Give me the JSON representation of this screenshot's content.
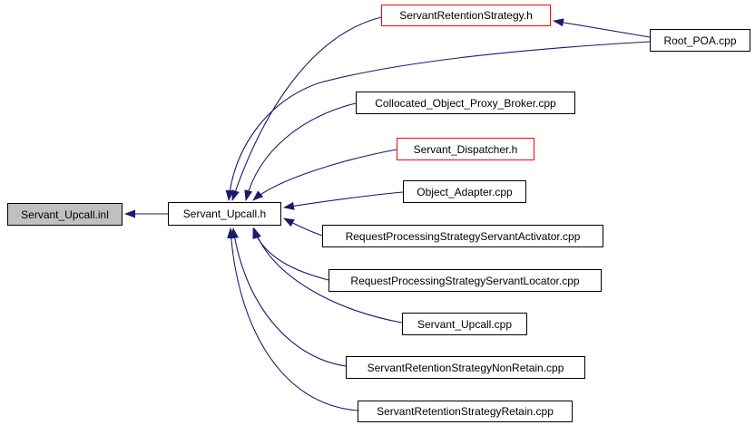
{
  "diagram": {
    "kind": "include-dependency-graph",
    "colors": {
      "background": "#ffffff",
      "edge": "#191970",
      "node_border": "#000000",
      "highlight_border": "#ff0000",
      "current_node_fill": "#c0c0c0",
      "node_fill": "#ffffff"
    },
    "nodes": [
      {
        "id": "servant-upcall-inl",
        "label": "Servant_Upcall.inl",
        "style": "current"
      },
      {
        "id": "servant-upcall-h",
        "label": "Servant_Upcall.h",
        "style": "normal"
      },
      {
        "id": "servant-retention-strategy-h",
        "label": "ServantRetentionStrategy.h",
        "style": "red"
      },
      {
        "id": "root-poa-cpp",
        "label": "Root_POA.cpp",
        "style": "normal"
      },
      {
        "id": "collocated-object-proxy-broker-cpp",
        "label": "Collocated_Object_Proxy_Broker.cpp",
        "style": "normal"
      },
      {
        "id": "servant-dispatcher-h",
        "label": "Servant_Dispatcher.h",
        "style": "red"
      },
      {
        "id": "object-adapter-cpp",
        "label": "Object_Adapter.cpp",
        "style": "normal"
      },
      {
        "id": "request-processing-strategy-servant-activator-cpp",
        "label": "RequestProcessingStrategyServantActivator.cpp",
        "style": "normal"
      },
      {
        "id": "request-processing-strategy-servant-locator-cpp",
        "label": "RequestProcessingStrategyServantLocator.cpp",
        "style": "normal"
      },
      {
        "id": "servant-upcall-cpp",
        "label": "Servant_Upcall.cpp",
        "style": "normal"
      },
      {
        "id": "servant-retention-strategy-nonretain-cpp",
        "label": "ServantRetentionStrategyNonRetain.cpp",
        "style": "normal"
      },
      {
        "id": "servant-retention-strategy-retain-cpp",
        "label": "ServantRetentionStrategyRetain.cpp",
        "style": "normal"
      }
    ],
    "edges": [
      {
        "from": "Servant_Upcall.h",
        "to": "Servant_Upcall.inl"
      },
      {
        "from": "ServantRetentionStrategy.h",
        "to": "Servant_Upcall.h"
      },
      {
        "from": "Root_POA.cpp",
        "to": "ServantRetentionStrategy.h"
      },
      {
        "from": "Root_POA.cpp",
        "to": "Servant_Upcall.h"
      },
      {
        "from": "Collocated_Object_Proxy_Broker.cpp",
        "to": "Servant_Upcall.h"
      },
      {
        "from": "Servant_Dispatcher.h",
        "to": "Servant_Upcall.h"
      },
      {
        "from": "Object_Adapter.cpp",
        "to": "Servant_Upcall.h"
      },
      {
        "from": "RequestProcessingStrategyServantActivator.cpp",
        "to": "Servant_Upcall.h"
      },
      {
        "from": "RequestProcessingStrategyServantLocator.cpp",
        "to": "Servant_Upcall.h"
      },
      {
        "from": "Servant_Upcall.cpp",
        "to": "Servant_Upcall.h"
      },
      {
        "from": "ServantRetentionStrategyNonRetain.cpp",
        "to": "Servant_Upcall.h"
      },
      {
        "from": "ServantRetentionStrategyRetain.cpp",
        "to": "Servant_Upcall.h"
      }
    ]
  }
}
